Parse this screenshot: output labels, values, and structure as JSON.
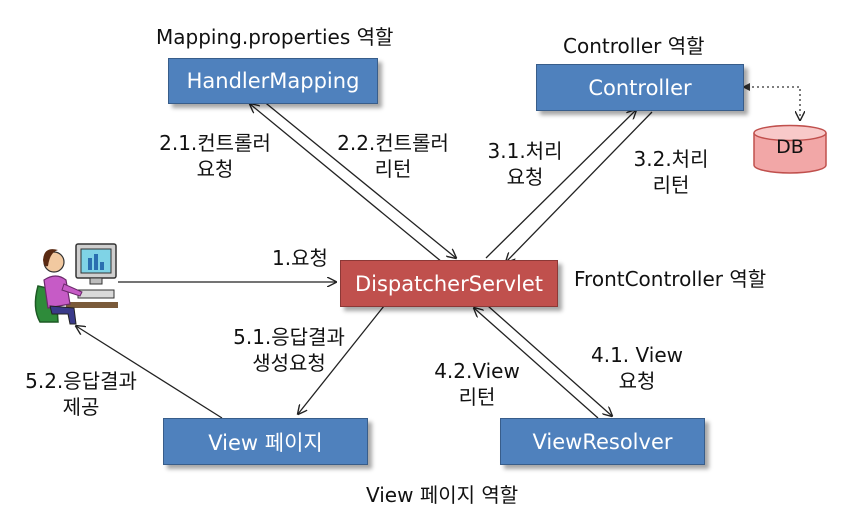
{
  "roles": {
    "mapping": "Mapping.properties 역할",
    "controller": "Controller 역할",
    "front": "FrontController 역할",
    "view": "View 페이지 역할"
  },
  "boxes": {
    "handler_mapping": "HandlerMapping",
    "controller": "Controller",
    "dispatcher": "DispatcherServlet",
    "view_page": "View 페이지",
    "view_resolver": "ViewResolver",
    "db": "DB"
  },
  "edges": {
    "e1": "1.요청",
    "e21a": "2.1.컨트롤러",
    "e21b": "요청",
    "e22a": "2.2.컨트롤러",
    "e22b": "리턴",
    "e31a": "3.1.처리",
    "e31b": "요청",
    "e32a": "3.2.처리",
    "e32b": "리턴",
    "e41a": "4.1. View",
    "e41b": "요청",
    "e42a": "4.2.View",
    "e42b": "리턴",
    "e51a": "5.1.응답결과",
    "e51b": "생성요청",
    "e52a": "5.2.응답결과",
    "e52b": "제공"
  },
  "colors": {
    "box_blue": "#4f81bd",
    "dispatcher_red": "#c0504d",
    "db_fill": "#f2a7a7"
  },
  "icons": {
    "user": "user-at-computer-icon"
  }
}
